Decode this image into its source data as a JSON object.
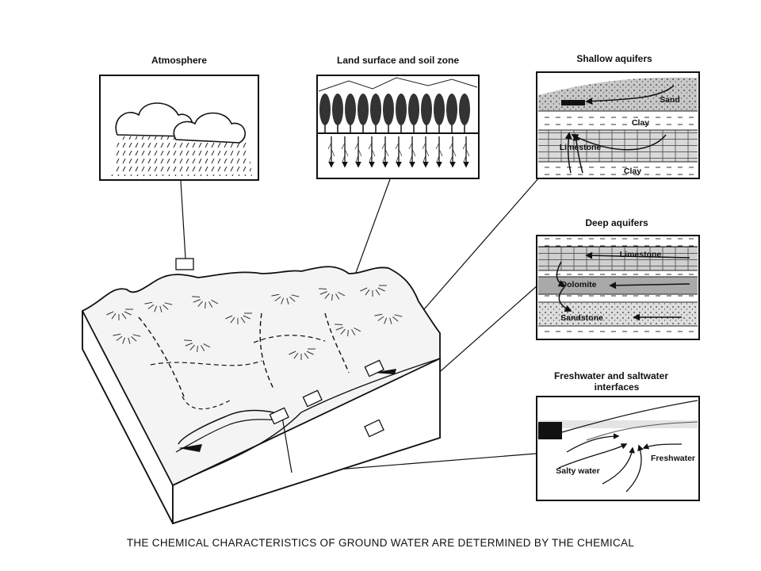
{
  "panels": {
    "atmosphere": {
      "title": "Atmosphere"
    },
    "land_surface": {
      "title": "Land surface and soil zone"
    },
    "shallow_aquifers": {
      "title": "Shallow aquifers",
      "layers": {
        "sand": "Sand",
        "clay_top": "Clay",
        "limestone": "Limestone",
        "clay_bottom": "Clay"
      }
    },
    "deep_aquifers": {
      "title": "Deep aquifers",
      "layers": {
        "limestone": "Limestone",
        "dolomite": "Dolomite",
        "sandstone": "Sandstone"
      }
    },
    "interfaces": {
      "title_line1": "Freshwater and saltwater",
      "title_line2": "interfaces",
      "labels": {
        "freshwater": "Freshwater",
        "salty_water": "Salty water"
      }
    }
  },
  "caption": "THE CHEMICAL CHARACTERISTICS OF GROUND WATER ARE DETERMINED BY THE CHEMICAL"
}
